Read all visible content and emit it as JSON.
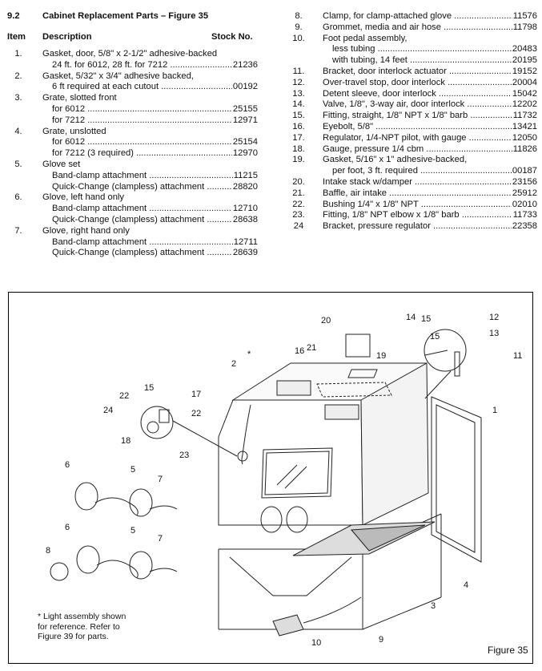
{
  "header": {
    "section": "9.2",
    "title": "Cabinet Replacement Parts – Figure 35",
    "col_item": "Item",
    "col_desc": "Description",
    "col_stock": "Stock No."
  },
  "left_items": [
    {
      "num": "1.",
      "lines": [
        {
          "text": "Gasket, door, 5/8\" x 2-1/2\" adhesive-backed",
          "stock": "",
          "indent": 0
        },
        {
          "text": "24 ft. for 6012, 28 ft. for 7212",
          "stock": "21236",
          "indent": 1
        }
      ]
    },
    {
      "num": "2.",
      "lines": [
        {
          "text": "Gasket, 5/32\" x 3/4\" adhesive backed,",
          "stock": "",
          "indent": 0
        },
        {
          "text": "6 ft required at each cutout",
          "stock": "00192",
          "indent": 1
        }
      ]
    },
    {
      "num": "3.",
      "lines": [
        {
          "text": "Grate, slotted front",
          "stock": "",
          "indent": 0
        },
        {
          "text": "for 6012",
          "stock": "25155",
          "indent": 1
        },
        {
          "text": "for 7212",
          "stock": "12971",
          "indent": 1
        }
      ]
    },
    {
      "num": "4.",
      "lines": [
        {
          "text": "Grate, unslotted",
          "stock": "",
          "indent": 0
        },
        {
          "text": "for 6012",
          "stock": "25154",
          "indent": 1
        },
        {
          "text": "for 7212 (3 required)",
          "stock": "12970",
          "indent": 1
        }
      ]
    },
    {
      "num": "5.",
      "lines": [
        {
          "text": "Glove set",
          "stock": "",
          "indent": 0
        },
        {
          "text": "Band-clamp attachment",
          "stock": "11215",
          "indent": 1
        },
        {
          "text": "Quick-Change (clampless) attachment",
          "stock": "28820",
          "indent": 1
        }
      ]
    },
    {
      "num": "6.",
      "lines": [
        {
          "text": "Glove, left hand only",
          "stock": "",
          "indent": 0
        },
        {
          "text": "Band-clamp attachment",
          "stock": "12710",
          "indent": 1
        },
        {
          "text": "Quick-Change (clampless) attachment",
          "stock": "28638",
          "indent": 1
        }
      ]
    },
    {
      "num": "7.",
      "lines": [
        {
          "text": "Glove, right hand only",
          "stock": "",
          "indent": 0
        },
        {
          "text": "Band-clamp attachment",
          "stock": "12711",
          "indent": 1
        },
        {
          "text": "Quick-Change (clampless) attachment",
          "stock": "28639",
          "indent": 1
        }
      ]
    }
  ],
  "right_items": [
    {
      "num": "8.",
      "lines": [
        {
          "text": "Clamp, for clamp-attached glove",
          "stock": "11576",
          "indent": 0
        }
      ]
    },
    {
      "num": "9.",
      "lines": [
        {
          "text": "Grommet, media and air hose",
          "stock": "11798",
          "indent": 0
        }
      ]
    },
    {
      "num": "10.",
      "lines": [
        {
          "text": "Foot pedal assembly,",
          "stock": "",
          "indent": 0
        },
        {
          "text": "less tubing",
          "stock": "20483",
          "indent": 1
        },
        {
          "text": "with tubing, 14 feet",
          "stock": "20195",
          "indent": 1
        }
      ]
    },
    {
      "num": "11.",
      "lines": [
        {
          "text": "Bracket, door interlock actuator",
          "stock": "19152",
          "indent": 0
        }
      ]
    },
    {
      "num": "12.",
      "lines": [
        {
          "text": "Over-travel stop, door interlock",
          "stock": "20004",
          "indent": 0
        }
      ]
    },
    {
      "num": "13.",
      "lines": [
        {
          "text": "Detent sleeve, door interlock",
          "stock": "15042",
          "indent": 0
        }
      ]
    },
    {
      "num": "14.",
      "lines": [
        {
          "text": "Valve, 1/8\", 3-way air, door interlock",
          "stock": "12202",
          "indent": 0
        }
      ]
    },
    {
      "num": "15.",
      "lines": [
        {
          "text": "Fitting, straight, 1/8\" NPT x 1/8\" barb",
          "stock": "11732",
          "indent": 0
        }
      ]
    },
    {
      "num": "16.",
      "lines": [
        {
          "text": "Eyebolt, 5/8\"",
          "stock": "13421",
          "indent": 0
        }
      ]
    },
    {
      "num": "17.",
      "lines": [
        {
          "text": "Regulator, 1/4-NPT pilot, with gauge",
          "stock": "12050",
          "indent": 0
        }
      ]
    },
    {
      "num": "18.",
      "lines": [
        {
          "text": "Gauge, pressure 1/4 cbm",
          "stock": "11826",
          "indent": 0
        }
      ]
    },
    {
      "num": "19.",
      "lines": [
        {
          "text": "Gasket, 5/16\" x 1\" adhesive-backed,",
          "stock": "",
          "indent": 0
        },
        {
          "text": "per foot, 3 ft. required",
          "stock": "00187",
          "indent": 1
        }
      ]
    },
    {
      "num": "20.",
      "lines": [
        {
          "text": "Intake stack w/damper",
          "stock": "23156",
          "indent": 0
        }
      ]
    },
    {
      "num": "21.",
      "lines": [
        {
          "text": "Baffle, air intake",
          "stock": "25912",
          "indent": 0
        }
      ]
    },
    {
      "num": "22.",
      "lines": [
        {
          "text": "Bushing 1/4\" x 1/8\" NPT",
          "stock": "02010",
          "indent": 0
        }
      ]
    },
    {
      "num": "23.",
      "lines": [
        {
          "text": "Fitting, 1/8\" NPT elbow x 1/8\" barb",
          "stock": "11733",
          "indent": 0
        }
      ]
    },
    {
      "num": "24",
      "lines": [
        {
          "text": "Bracket, pressure regulator",
          "stock": "22358",
          "indent": 0
        }
      ]
    }
  ],
  "figure": {
    "caption": "Figure 35",
    "note_lines": [
      "* Light assembly shown",
      "for reference. Refer to",
      "Figure 39 for parts."
    ],
    "asterisk": "*",
    "callouts": [
      "1",
      "2",
      "3",
      "4",
      "5",
      "5",
      "6",
      "6",
      "7",
      "7",
      "8",
      "9",
      "10",
      "11",
      "12",
      "13",
      "14",
      "15",
      "15",
      "15",
      "16",
      "17",
      "18",
      "19",
      "20",
      "21",
      "22",
      "22",
      "23",
      "24"
    ]
  }
}
